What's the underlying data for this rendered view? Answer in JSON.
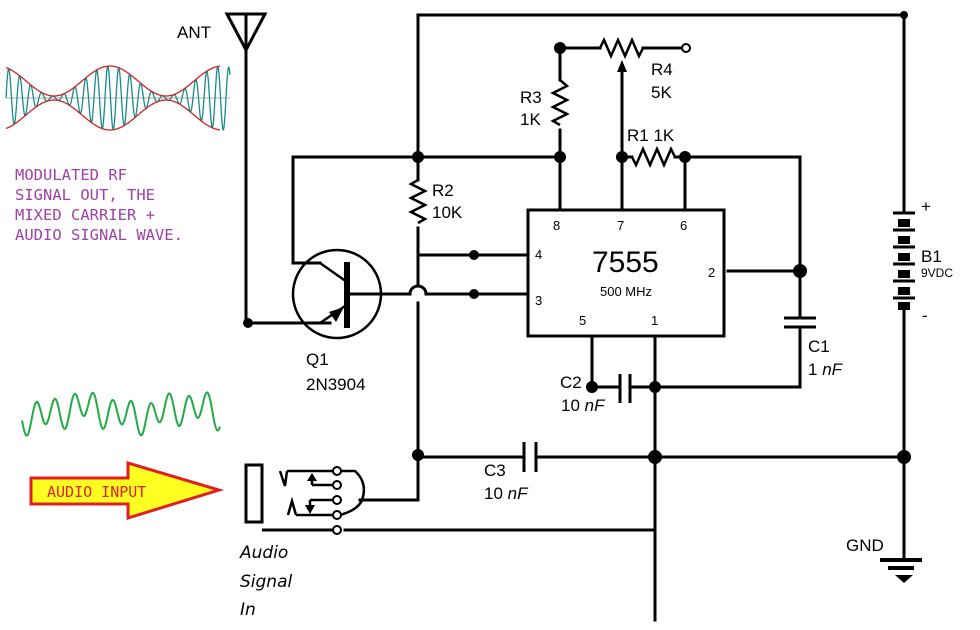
{
  "colors": {
    "wire": "#000000",
    "rf_carrier": "#1a8a8a",
    "rf_envelope": "#cc2222",
    "audio_wave": "#22aa44",
    "caption": "#a040a8",
    "arrow_fill": "#ffff20",
    "arrow_stroke": "#e02020"
  },
  "antenna": {
    "label": "ANT"
  },
  "rf_caption": {
    "lines": [
      "MODULATED RF",
      "SIGNAL OUT, THE",
      "MIXED CARRIER +",
      "AUDIO SIGNAL WAVE."
    ]
  },
  "audio_arrow": {
    "label": "AUDIO INPUT"
  },
  "jack": {
    "caption_lines": [
      "Audio",
      "Signal",
      "In"
    ]
  },
  "components": {
    "Q1": {
      "ref": "Q1",
      "value": "2N3904"
    },
    "R1": {
      "ref": "R1",
      "value": "1K",
      "text": "R1 1K"
    },
    "R2": {
      "ref": "R2",
      "value": "10K"
    },
    "R3": {
      "ref": "R3",
      "value": "1K"
    },
    "R4": {
      "ref": "R4",
      "value": "5K"
    },
    "C1": {
      "ref": "C1",
      "value_num": "1",
      "value_unit": "nF"
    },
    "C2": {
      "ref": "C2",
      "value_num": "10",
      "value_unit": "nF"
    },
    "C3": {
      "ref": "C3",
      "value_num": "10",
      "value_unit": "nF"
    },
    "B1": {
      "ref": "B1",
      "value": "9VDC",
      "plus": "+",
      "minus": "-"
    },
    "IC": {
      "part": "7555",
      "subtitle": "500 MHz",
      "pins": {
        "p1": "1",
        "p2": "2",
        "p3": "3",
        "p4": "4",
        "p5": "5",
        "p6": "6",
        "p7": "7",
        "p8": "8"
      }
    }
  },
  "ground": {
    "label": "GND"
  }
}
